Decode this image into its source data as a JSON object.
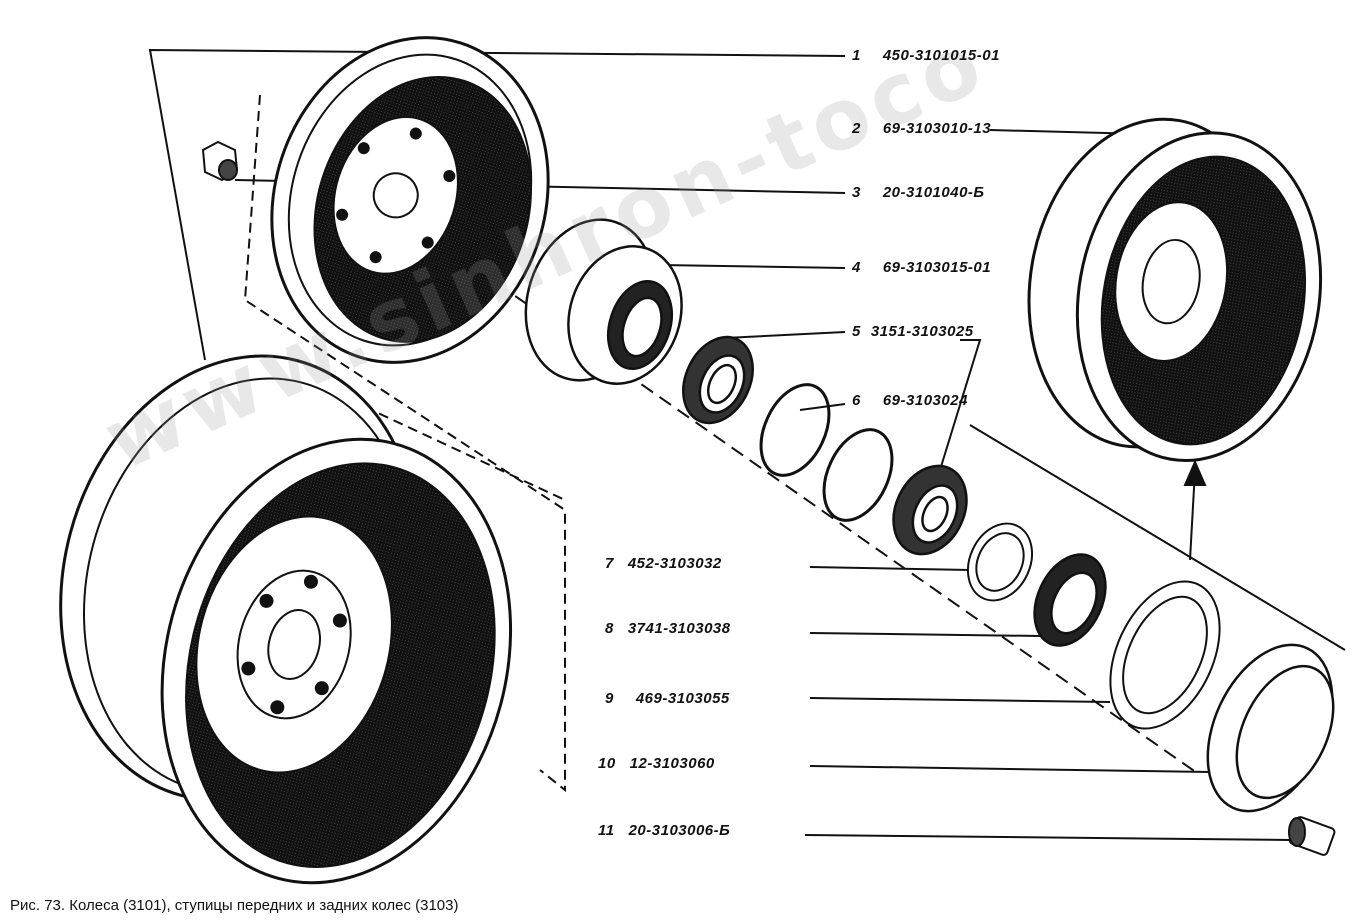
{
  "figure": {
    "caption": "Рис. 73. Колеса (3101), ступицы передних и задних колес (3103)",
    "watermark": "www.sinhron-toco"
  },
  "callouts": [
    {
      "num": "1",
      "part": "450-3101015-01"
    },
    {
      "num": "2",
      "part": "69-3103010-13"
    },
    {
      "num": "3",
      "part": "20-3101040-Б"
    },
    {
      "num": "4",
      "part": "69-3103015-01"
    },
    {
      "num": "5",
      "part": "3151-3103025"
    },
    {
      "num": "6",
      "part": "69-3103024"
    },
    {
      "num": "7",
      "part": "452-3103032"
    },
    {
      "num": "8",
      "part": "3741-3103038"
    },
    {
      "num": "9",
      "part": "469-3103055"
    },
    {
      "num": "10",
      "part": "12-3103060"
    },
    {
      "num": "11",
      "part": "20-3103006-Б"
    }
  ]
}
